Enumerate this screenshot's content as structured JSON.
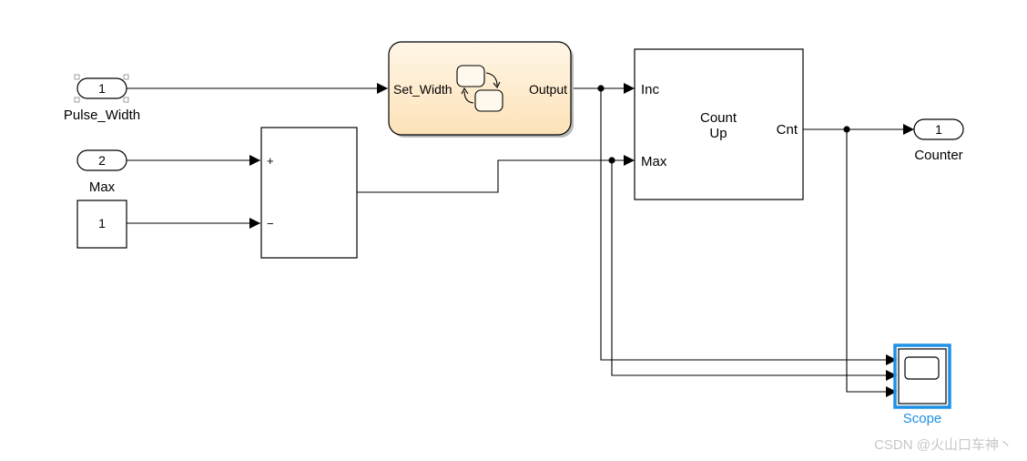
{
  "inports": [
    {
      "number": "1",
      "label": "Pulse_Width"
    },
    {
      "number": "2",
      "label": "Max"
    }
  ],
  "constant": {
    "value": "1"
  },
  "sum": {
    "plus": "+",
    "minus": "−"
  },
  "chart": {
    "input_label": "Set_Width",
    "output_label": "Output"
  },
  "counter": {
    "title_line1": "Count",
    "title_line2": "Up",
    "inc_label": "Inc",
    "max_label": "Max",
    "out_label": "Cnt"
  },
  "outport": {
    "number": "1",
    "label": "Counter"
  },
  "scope": {
    "label": "Scope",
    "accent_color": "#1e90e6"
  },
  "watermark": "CSDN @火山口车神丶"
}
